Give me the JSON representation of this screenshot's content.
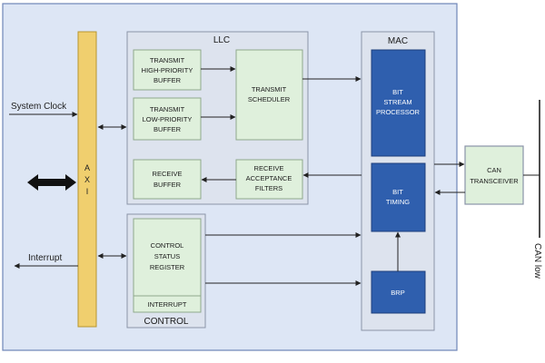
{
  "labels": {
    "system_clock": "System Clock",
    "interrupt": "Interrupt",
    "can_low": "CAN low"
  },
  "axi": {
    "letters": [
      "A",
      "X",
      "I"
    ]
  },
  "llc": {
    "title": "LLC",
    "transmit_high": [
      "TRANSMIT",
      "HIGH-PRIORITY",
      "BUFFER"
    ],
    "transmit_low": [
      "TRANSMIT",
      "LOW-PRIORITY",
      "BUFFER"
    ],
    "scheduler": [
      "TRANSMIT",
      "SCHEDULER"
    ],
    "receive_buffer": [
      "RECEIVE",
      "BUFFER"
    ],
    "acceptance_filters": [
      "RECEIVE",
      "ACCEPTANCE",
      "FILTERS"
    ]
  },
  "control": {
    "title": "CONTROL",
    "status_register": [
      "CONTROL",
      "STATUS",
      "REGISTER"
    ],
    "interrupt": "INTERRUPT"
  },
  "mac": {
    "title": "MAC",
    "bsp": [
      "BIT",
      "STREAM",
      "PROCESSOR"
    ],
    "bit_timing": [
      "BIT",
      "TIMING"
    ],
    "brp": "BRP"
  },
  "transceiver": [
    "CAN",
    "TRANSCEIVER"
  ],
  "colors": {
    "outer_bg": "#dde6f5",
    "outer_border": "#6f86b8",
    "axi_fill": "#f0cf6e",
    "block_fill": "#dff0dc",
    "group_fill": "#dde3ee",
    "mac_blue": "#2f5fae"
  }
}
